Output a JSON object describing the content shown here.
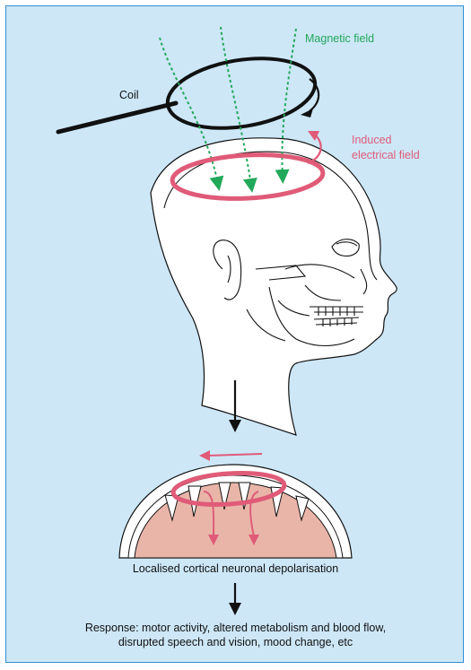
{
  "labels": {
    "magnetic_field": "Magnetic field",
    "coil": "Coil",
    "induced_line1": "Induced",
    "induced_line2": "electrical field"
  },
  "captions": {
    "depolarisation": "Localised cortical neuronal depolarisation",
    "response_line1": "Response: motor activity, altered metabolism and blood flow,",
    "response_line2": "disrupted speech and vision, mood change, etc"
  },
  "colors": {
    "background": "#cde7f7",
    "border": "#2e8fd6",
    "magnetic_field": "#22a85a",
    "induced_field": "#e05b78",
    "brain_tissue": "#e9b5a8"
  }
}
